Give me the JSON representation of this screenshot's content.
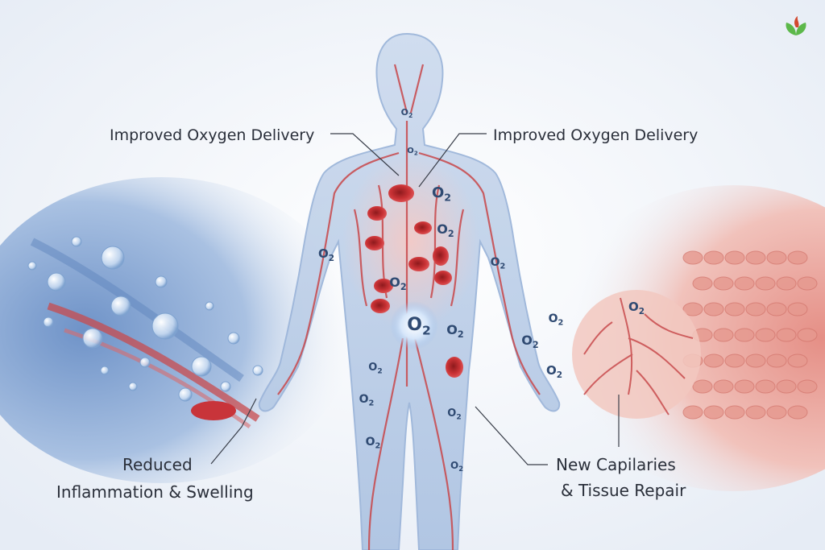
{
  "labels": {
    "left_top": "Improved Oxygen Delivery",
    "right_top": "Improved  Oxygen Delivery",
    "left_bottom_1": "Reduced",
    "left_bottom_2": "Inflammation & Swelling",
    "right_bottom_1": "New Capilaries",
    "right_bottom_2": "& Tissue Repair"
  },
  "o2": {
    "symbol": "O",
    "sub": "2"
  },
  "colors": {
    "background": "#eef2f8",
    "body": "#b7cbe6",
    "vessel": "#c8474a",
    "rbc": "#c62f32",
    "tissue_left": "#9fb8dc",
    "tissue_right": "#e8a7a0",
    "logo_leaf": "#5cb84a",
    "logo_flame": "#d2492f"
  },
  "icons": {
    "logo": "leaf-logo-icon"
  }
}
